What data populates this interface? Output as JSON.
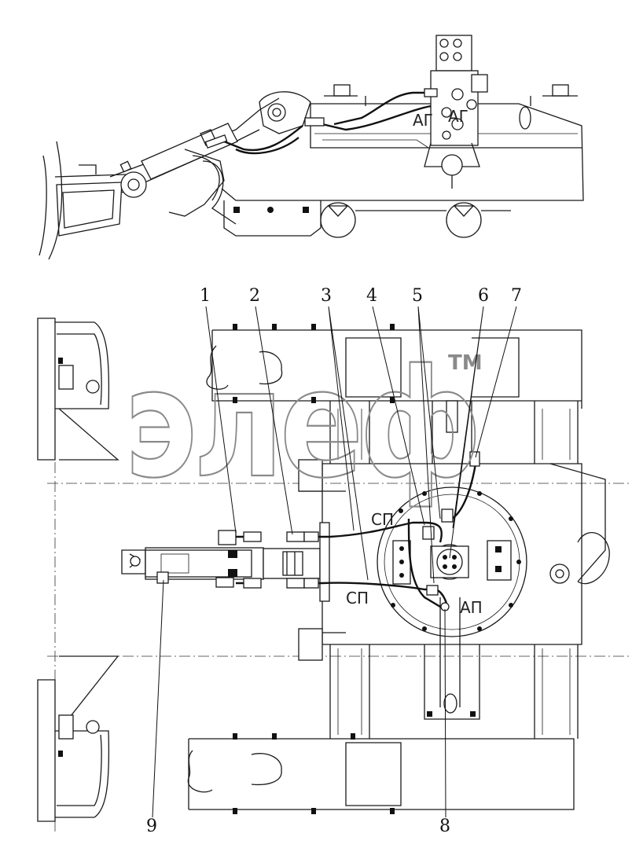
{
  "watermark": {
    "text": "элеф",
    "trademark": "TM",
    "color": "#8a8a8a"
  },
  "top_view": {
    "marks": [
      "АГ",
      "АГ"
    ]
  },
  "plan_view": {
    "marks": [
      "СП",
      "СП",
      "АП"
    ]
  },
  "callouts": [
    "1",
    "2",
    "3",
    "4",
    "5",
    "6",
    "7",
    "8",
    "9"
  ],
  "colors": {
    "line": "#1a1a1a",
    "background": "#ffffff"
  }
}
